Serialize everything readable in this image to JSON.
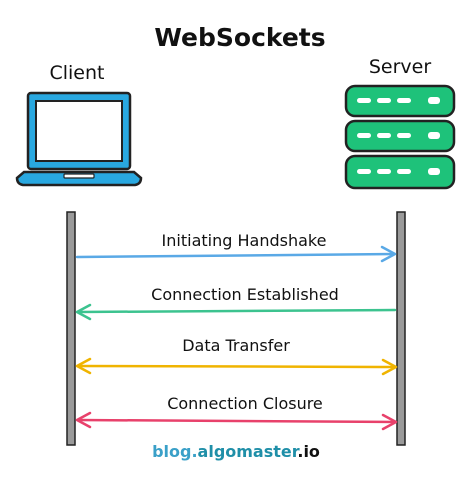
{
  "title": "WebSockets",
  "actors": {
    "client": {
      "label": "Client",
      "icon": "laptop-icon"
    },
    "server": {
      "label": "Server",
      "icon": "server-rack-icon"
    }
  },
  "messages": [
    {
      "label": "Initiating Handshake",
      "direction": "client-to-server",
      "color": "#5aa9e6"
    },
    {
      "label": "Connection Established",
      "direction": "server-to-client",
      "color": "#3cc38f"
    },
    {
      "label": "Data Transfer",
      "direction": "bidirectional",
      "color": "#f0b400"
    },
    {
      "label": "Connection Closure",
      "direction": "bidirectional",
      "color": "#e8416b"
    }
  ],
  "brand": {
    "prefix": "blog.",
    "name": "algomaster",
    "suffix": ".io",
    "prefix_color": "#3aa0c8",
    "name_color": "#1f8fa8",
    "suffix_color": "#111111"
  },
  "colors": {
    "laptop_screen": "#29a8e0",
    "laptop_outline": "#222222",
    "server_body": "#1ec27a",
    "lifeline": "#9a9a9a"
  }
}
